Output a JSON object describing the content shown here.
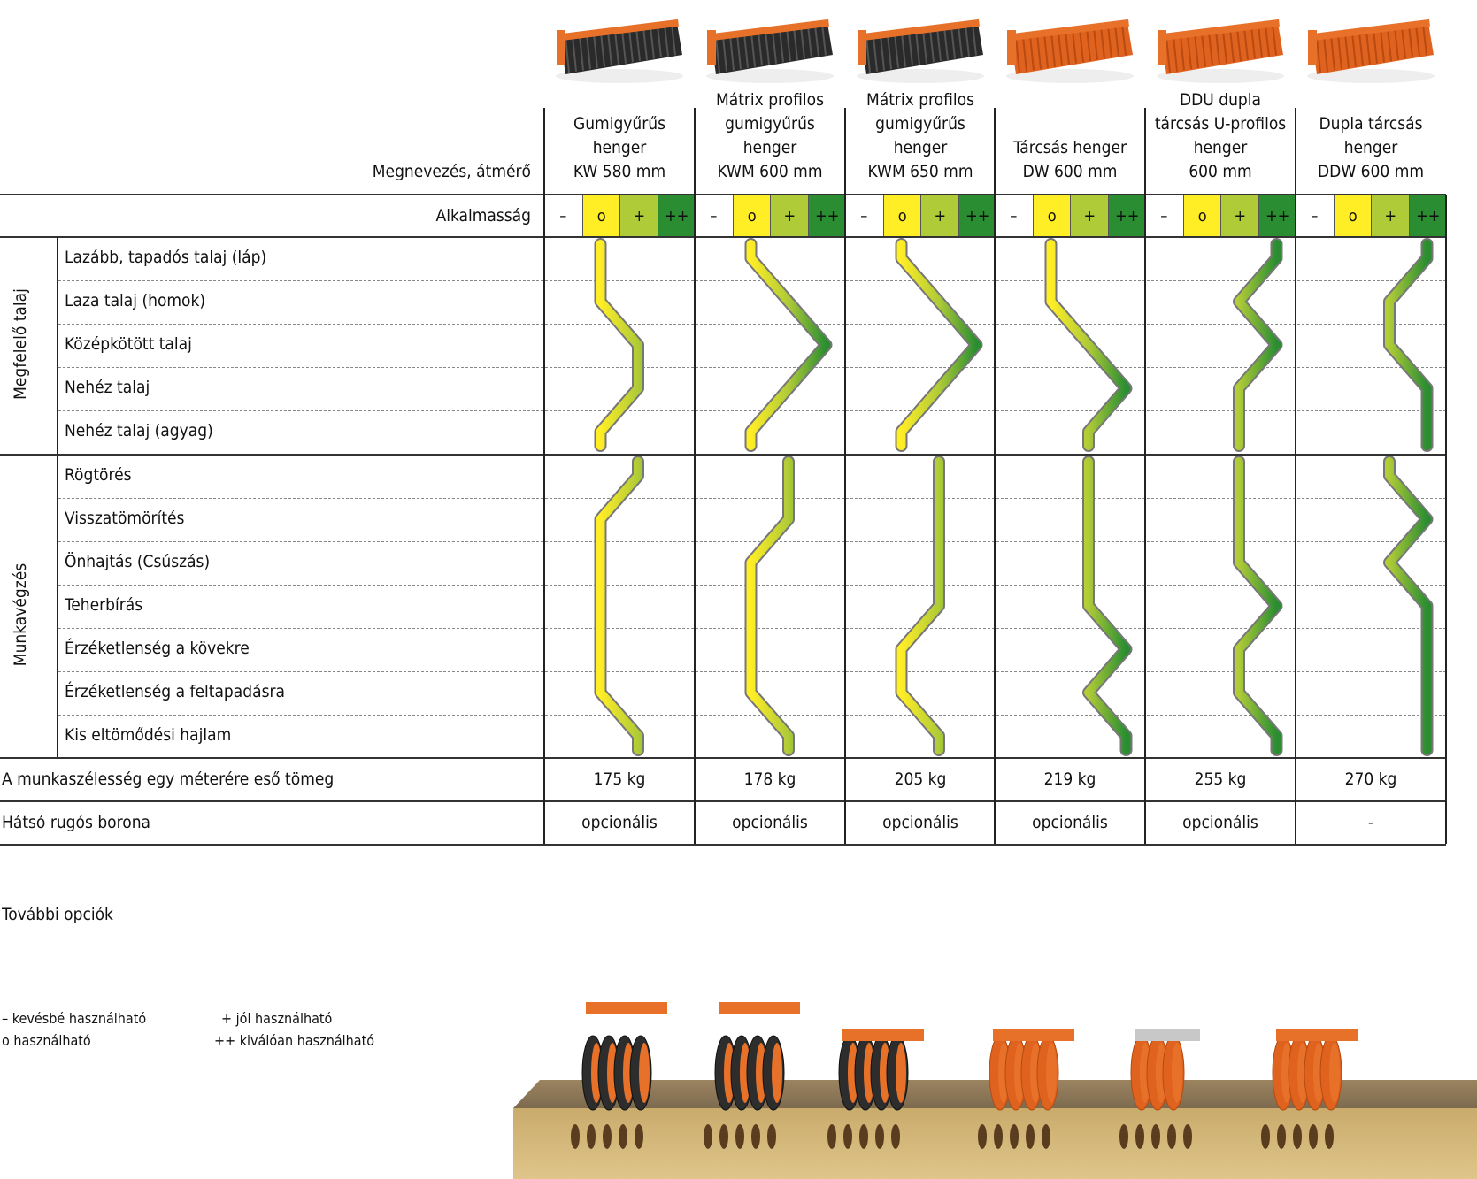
{
  "header": {
    "name_label": "Megnevezés, átmérő",
    "suitability_label": "Alkalmasság",
    "scale_symbols": [
      "–",
      "o",
      "+",
      "++"
    ],
    "scale_colors": [
      "#ffffff",
      "#ffed26",
      "#afcb37",
      "#2a8d32"
    ]
  },
  "machines": [
    {
      "lines": [
        "Gumigyűrűs",
        "henger",
        "KW 580 mm"
      ],
      "weight": "175 kg",
      "harrow": "opcionális",
      "image": "rubber-ring-roller-image"
    },
    {
      "lines": [
        "Mátrix profilos",
        "gumigyűrűs",
        "henger",
        "KWM 600 mm"
      ],
      "weight": "178 kg",
      "harrow": "opcionális",
      "image": "matrix-rubber-roller-image"
    },
    {
      "lines": [
        "Mátrix profilos",
        "gumigyűrűs",
        "henger",
        "KWM 650 mm"
      ],
      "weight": "205 kg",
      "harrow": "opcionális",
      "image": "matrix-rubber-roller-650-image"
    },
    {
      "lines": [
        "Tárcsás henger",
        "DW 600 mm"
      ],
      "weight": "219 kg",
      "harrow": "opcionális",
      "image": "disc-roller-image"
    },
    {
      "lines": [
        "DDU dupla",
        "tárcsás U-profilos",
        "henger",
        "600 mm"
      ],
      "weight": "255 kg",
      "harrow": "opcionális",
      "image": "ddu-roller-image"
    },
    {
      "lines": [
        "Dupla tárcsás",
        "henger",
        "DDW 600 mm"
      ],
      "weight": "270 kg",
      "harrow": "-",
      "image": "ddw-roller-image"
    }
  ],
  "groups": [
    {
      "label": "Megfelelő talaj",
      "rows": [
        "Lazább, tapadós talaj (láp)",
        "Laza talaj (homok)",
        "Középkötött talaj",
        "Nehéz talaj",
        "Nehéz talaj (agyag)"
      ]
    },
    {
      "label": "Munkavégzés",
      "rows": [
        "Rögtörés",
        "Visszatömörítés",
        "Önhajtás (Csúszás)",
        "Teherbírás",
        "Érzéketlenség a kövekre",
        "Érzéketlenség a feltapadásra",
        "Kis eltömődési hajlam"
      ]
    }
  ],
  "chart_data": {
    "type": "line",
    "title": "Alkalmasság",
    "scale": {
      "0": "–",
      "1": "o",
      "2": "+",
      "3": "++"
    },
    "ylim": [
      0,
      3
    ],
    "series": [
      {
        "name": "KW 580 mm",
        "soil": [
          1,
          1,
          2,
          2,
          1
        ],
        "work": [
          2,
          1,
          1,
          1,
          1,
          1,
          2
        ]
      },
      {
        "name": "KWM 600 mm",
        "soil": [
          1,
          2,
          3,
          2,
          1
        ],
        "work": [
          2,
          2,
          1,
          1,
          1,
          1,
          2
        ]
      },
      {
        "name": "KWM 650 mm",
        "soil": [
          1,
          2,
          3,
          2,
          1
        ],
        "work": [
          2,
          2,
          2,
          2,
          1,
          1,
          2
        ]
      },
      {
        "name": "DW 600 mm",
        "soil": [
          1,
          1,
          2,
          3,
          2
        ],
        "work": [
          2,
          2,
          2,
          2,
          3,
          2,
          3
        ]
      },
      {
        "name": "DDU 600 mm",
        "soil": [
          3,
          2,
          3,
          2,
          2
        ],
        "work": [
          2,
          2,
          2,
          3,
          2,
          2,
          3
        ]
      },
      {
        "name": "DDW 600 mm",
        "soil": [
          3,
          2,
          2,
          3,
          3
        ],
        "work": [
          2,
          3,
          2,
          3,
          3,
          3,
          3
        ]
      }
    ]
  },
  "weight_label": "A munkaszélesség egy méterére eső tömeg",
  "harrow_label": "Hátsó rugós borona",
  "options_title": "További opciók",
  "legend": [
    {
      "symbol": "–",
      "text": "kevésbé használható"
    },
    {
      "symbol": "+",
      "text": "jól használható"
    },
    {
      "symbol": "o",
      "text": "használható"
    },
    {
      "symbol": "++",
      "text": "kiválóan használható"
    }
  ],
  "colors": {
    "orange": "#e8712a",
    "dark": "#2b2b2b",
    "soil": "#a8875a",
    "soil_top": "#8d7a5b"
  }
}
